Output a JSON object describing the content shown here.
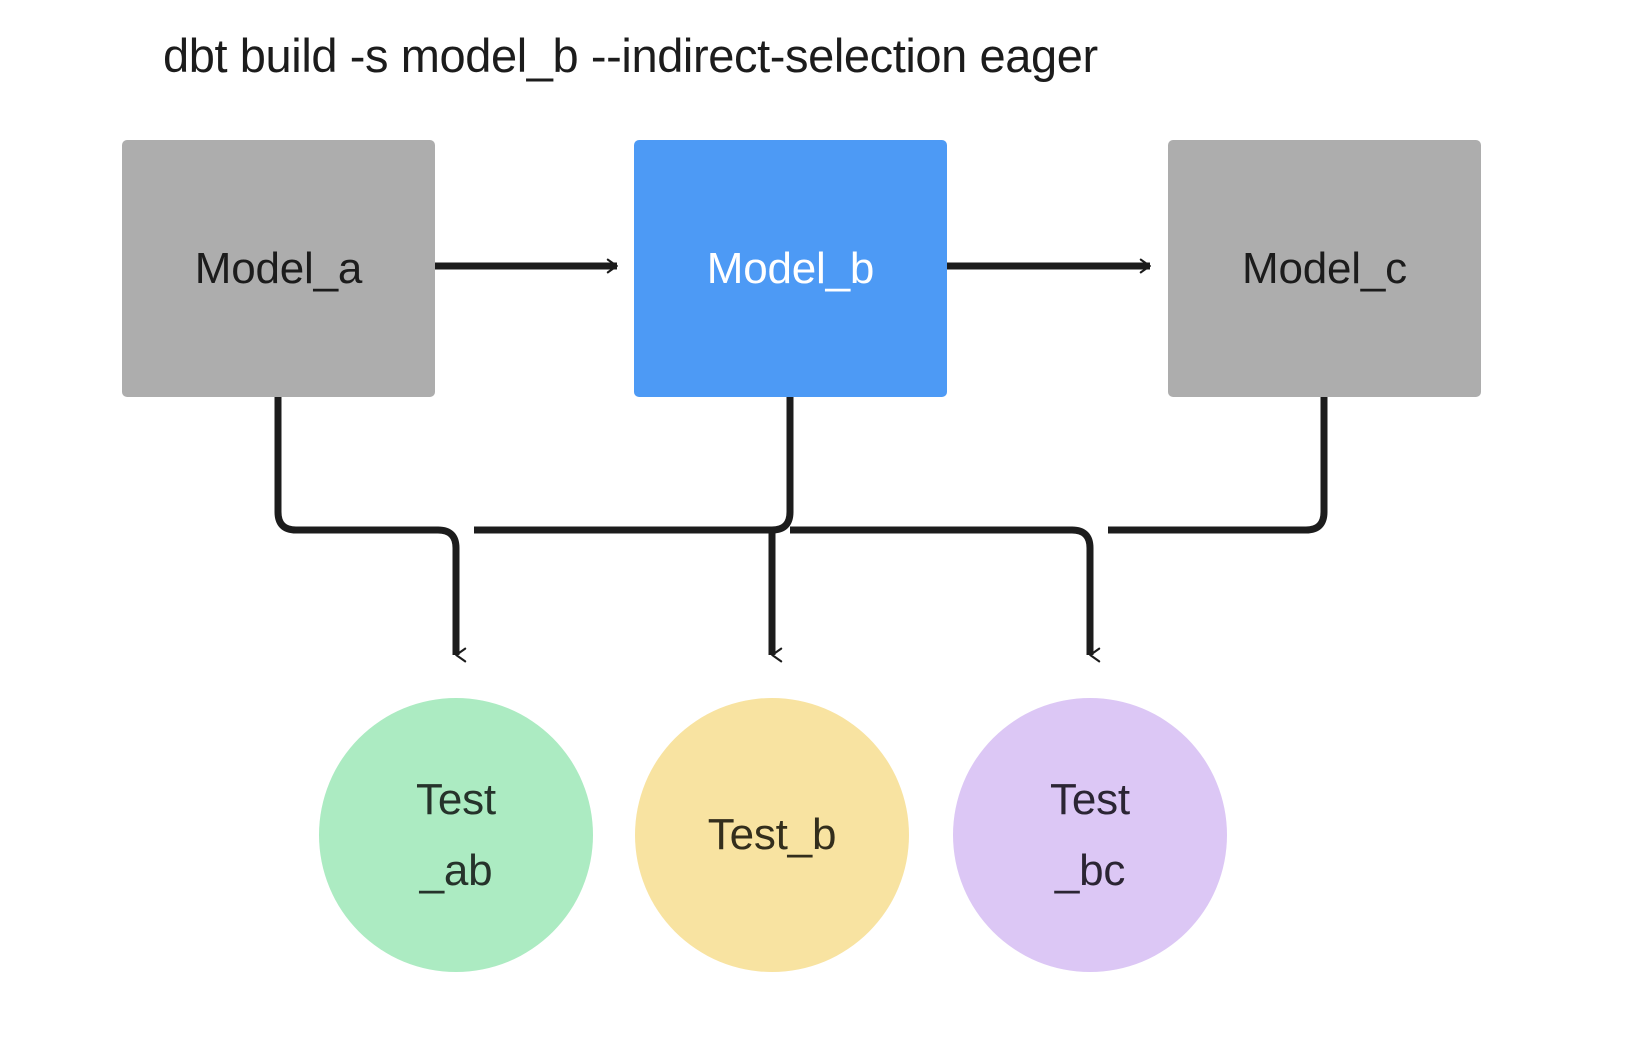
{
  "diagram": {
    "title": "dbt build -s model_b --indirect-selection eager",
    "background": "#ffffff",
    "edge_color": "#1c1c1c",
    "nodes": [
      {
        "id": "model_a",
        "label": "Model_a",
        "shape": "rectangle",
        "fill": "#ADADAD",
        "text_color": "#1c1c1c",
        "selected": false
      },
      {
        "id": "model_b",
        "label": "Model_b",
        "shape": "rectangle",
        "fill": "#4D9AF5",
        "text_color": "#ffffff",
        "selected": true
      },
      {
        "id": "model_c",
        "label": "Model_c",
        "shape": "rectangle",
        "fill": "#ADADAD",
        "text_color": "#1c1c1c",
        "selected": false
      },
      {
        "id": "test_ab",
        "label": "Test\n_ab",
        "shape": "circle",
        "fill": "#ACEBC2",
        "text_color": "#26332b",
        "selected": false
      },
      {
        "id": "test_b",
        "label": "Test_b",
        "shape": "circle",
        "fill": "#F8E3A1",
        "text_color": "#332e1c",
        "selected": false
      },
      {
        "id": "test_bc",
        "label": "Test\n_bc",
        "shape": "circle",
        "fill": "#DCC7F5",
        "text_color": "#2b2533",
        "selected": false
      }
    ],
    "edges": [
      {
        "from": "model_a",
        "to": "model_b",
        "style": "straight-arrow"
      },
      {
        "from": "model_b",
        "to": "model_c",
        "style": "straight-arrow"
      },
      {
        "from": "model_a",
        "to": "test_ab",
        "style": "elbow-arrow"
      },
      {
        "from": "model_b",
        "to": "test_ab",
        "style": "elbow-arrow"
      },
      {
        "from": "model_b",
        "to": "test_b",
        "style": "straight-arrow"
      },
      {
        "from": "model_b",
        "to": "test_bc",
        "style": "elbow-arrow"
      },
      {
        "from": "model_c",
        "to": "test_bc",
        "style": "elbow-arrow"
      }
    ]
  }
}
